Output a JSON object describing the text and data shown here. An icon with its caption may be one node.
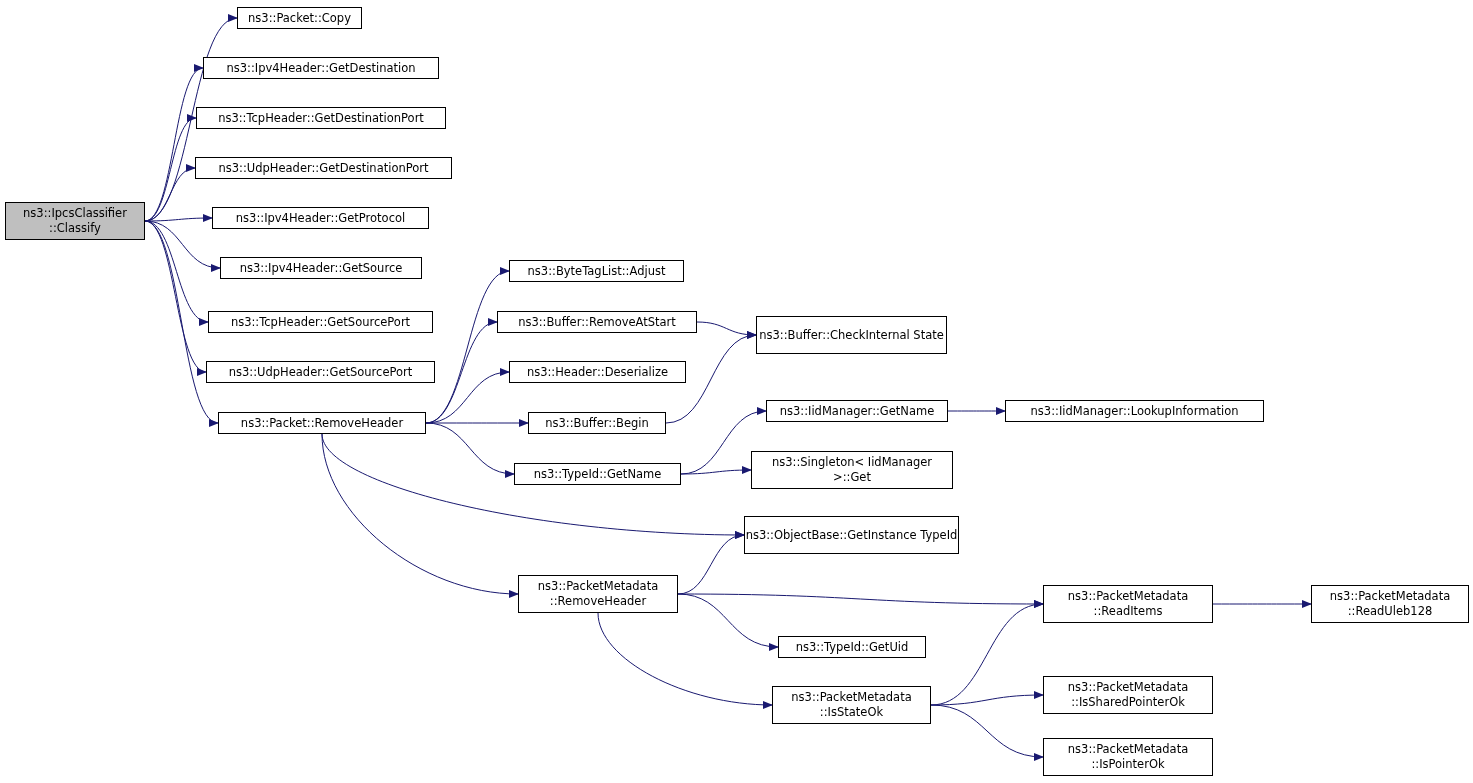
{
  "diagram": {
    "nodes": [
      {
        "text": [
          "ns3::IpcsClassifier ::Classify"
        ]
      },
      {
        "text": [
          "ns3::Packet::Copy"
        ]
      },
      {
        "text": [
          "ns3::Ipv4Header::GetDestination"
        ]
      },
      {
        "text": [
          "ns3::TcpHeader::GetDestinationPort"
        ]
      },
      {
        "text": [
          "ns3::UdpHeader::GetDestinationPort"
        ]
      },
      {
        "text": [
          "ns3::Ipv4Header::GetProtocol"
        ]
      },
      {
        "text": [
          "ns3::Ipv4Header::GetSource"
        ]
      },
      {
        "text": [
          "ns3::TcpHeader::GetSourcePort"
        ]
      },
      {
        "text": [
          "ns3::UdpHeader::GetSourcePort"
        ]
      },
      {
        "text": [
          "ns3::Packet::RemoveHeader"
        ]
      },
      {
        "text": [
          "ns3::ByteTagList::Adjust"
        ]
      },
      {
        "text": [
          "ns3::Buffer::RemoveAtStart"
        ]
      },
      {
        "text": [
          "ns3::Header::Deserialize"
        ]
      },
      {
        "text": [
          "ns3::Buffer::Begin"
        ]
      },
      {
        "text": [
          "ns3::TypeId::GetName"
        ]
      },
      {
        "text": [
          "ns3::Buffer::CheckInternal State"
        ]
      },
      {
        "text": [
          "ns3::IidManager::GetName"
        ]
      },
      {
        "text": [
          "ns3::IidManager::LookupInformation"
        ]
      },
      {
        "text": [
          "ns3::Singleton< IidManager >::Get"
        ]
      },
      {
        "text": [
          "ns3::ObjectBase::GetInstance TypeId"
        ]
      },
      {
        "text": [
          "ns3::PacketMetadata ::RemoveHeader"
        ]
      },
      {
        "text": [
          "ns3::PacketMetadata ::ReadItems"
        ]
      },
      {
        "text": [
          "ns3::PacketMetadata ::ReadUleb128"
        ]
      },
      {
        "text": [
          "ns3::TypeId::GetUid"
        ]
      },
      {
        "text": [
          "ns3::PacketMetadata ::IsStateOk"
        ]
      },
      {
        "text": [
          "ns3::PacketMetadata ::IsSharedPointerOk"
        ]
      },
      {
        "text": [
          "ns3::PacketMetadata ::IsPointerOk"
        ]
      }
    ],
    "edges": [
      {
        "from": 0,
        "to": 1,
        "arrow": "to"
      },
      {
        "from": 0,
        "to": 2,
        "arrow": "to"
      },
      {
        "from": 0,
        "to": 3,
        "arrow": "to"
      },
      {
        "from": 0,
        "to": 4,
        "arrow": "to"
      },
      {
        "from": 0,
        "to": 5,
        "arrow": "to"
      },
      {
        "from": 0,
        "to": 6,
        "arrow": "to"
      },
      {
        "from": 0,
        "to": 7,
        "arrow": "to"
      },
      {
        "from": 0,
        "to": 8,
        "arrow": "to"
      },
      {
        "from": 0,
        "to": 9,
        "arrow": "to"
      },
      {
        "from": 9,
        "to": 10,
        "arrow": "to"
      },
      {
        "from": 9,
        "to": 11,
        "arrow": "to"
      },
      {
        "from": 9,
        "to": 12,
        "arrow": "to"
      },
      {
        "from": 9,
        "to": 13,
        "arrow": "to"
      },
      {
        "from": 9,
        "to": 14,
        "arrow": "to"
      },
      {
        "from": 9,
        "to": 19,
        "arrow": "to"
      },
      {
        "from": 9,
        "to": 20,
        "arrow": "to"
      },
      {
        "from": 11,
        "to": 15,
        "arrow": "to"
      },
      {
        "from": 13,
        "to": 15,
        "arrow": "to"
      },
      {
        "from": 14,
        "to": 16,
        "arrow": "to"
      },
      {
        "from": 14,
        "to": 18,
        "arrow": "to"
      },
      {
        "from": 16,
        "to": 17,
        "arrow": "to"
      },
      {
        "from": 20,
        "to": 19,
        "arrow": "to"
      },
      {
        "from": 20,
        "to": 21,
        "arrow": "to"
      },
      {
        "from": 20,
        "to": 23,
        "arrow": "to"
      },
      {
        "from": 20,
        "to": 24,
        "arrow": "to"
      },
      {
        "from": 21,
        "to": 22,
        "arrow": "to"
      },
      {
        "from": 24,
        "to": 21,
        "arrow": "to"
      },
      {
        "from": 24,
        "to": 25,
        "arrow": "to"
      },
      {
        "from": 24,
        "to": 26,
        "arrow": "to"
      }
    ]
  }
}
